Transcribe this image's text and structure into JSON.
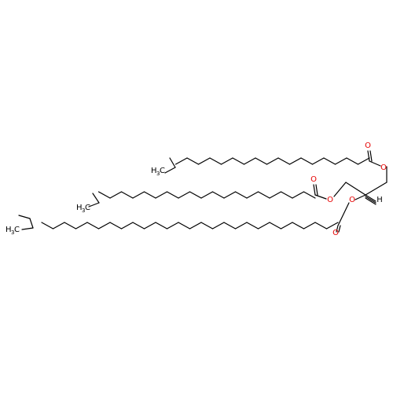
{
  "molecule": {
    "colors": {
      "bond": "#000000",
      "oxygen": "#e60000",
      "carbon": "#000000"
    },
    "atom_labels": {
      "o_ester_carbonyl_1": "O",
      "o_ester_link_1": "O",
      "o_ester_carbonyl_2": "O",
      "o_ester_link_2": "O",
      "o_ester_carbonyl_3": "O",
      "o_ester_link_3": "O",
      "h_stereo": "H",
      "ch3_top": "H",
      "ch3_top_sub": "3",
      "ch3_top_c": "C",
      "ch3_mid": "H",
      "ch3_mid_sub": "3",
      "ch3_mid_c": "C",
      "ch3_bot": "H",
      "ch3_bot_sub": "3",
      "ch3_bot_c": "C"
    }
  }
}
